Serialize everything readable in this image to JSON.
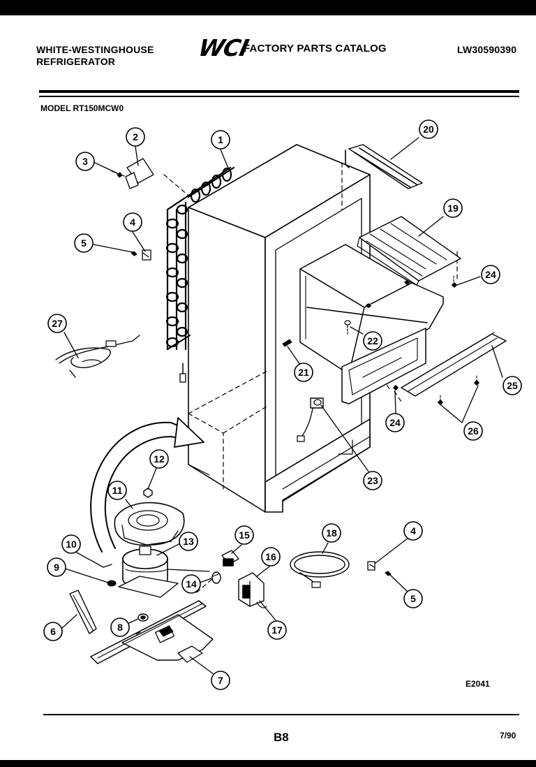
{
  "header": {
    "brand_line1": "WHITE-WESTINGHOUSE",
    "brand_line2": "REFRIGERATOR",
    "logo_text": "WCI",
    "catalog_title": "FACTORY PARTS CATALOG",
    "catalog_number": "LW30590390"
  },
  "model": "MODEL RT150MCW0",
  "diagram_code": "E2041",
  "footer": {
    "page": "B8",
    "date": "7/90"
  },
  "callouts": [
    "1",
    "2",
    "3",
    "4",
    "5",
    "6",
    "7",
    "8",
    "9",
    "10",
    "11",
    "12",
    "13",
    "14",
    "15",
    "16",
    "17",
    "18",
    "19",
    "20",
    "21",
    "22",
    "23",
    "24",
    "25",
    "26",
    "27",
    "4",
    "5",
    "24"
  ]
}
